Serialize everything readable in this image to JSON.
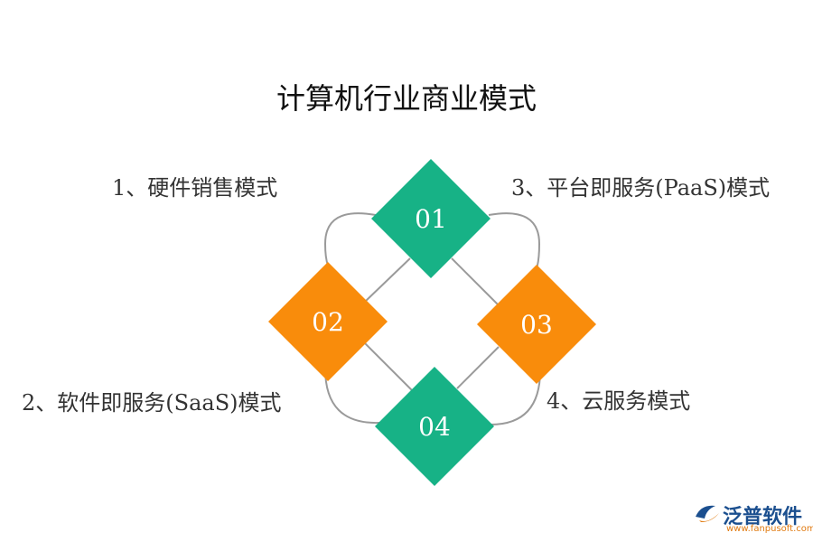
{
  "title": "计算机行业商业模式",
  "models": [
    {
      "number": "01",
      "label": "1、硬件销售模式",
      "color": "#17b286"
    },
    {
      "number": "02",
      "label": "2、软件即服务(SaaS)模式",
      "color": "#f98c0b"
    },
    {
      "number": "03",
      "label": "3、平台即服务(PaaS)模式",
      "color": "#f98c0b"
    },
    {
      "number": "04",
      "label": "4、云服务模式",
      "color": "#17b286"
    }
  ],
  "logo": {
    "name": "泛普软件",
    "url": "www.fanpusoft.com"
  }
}
